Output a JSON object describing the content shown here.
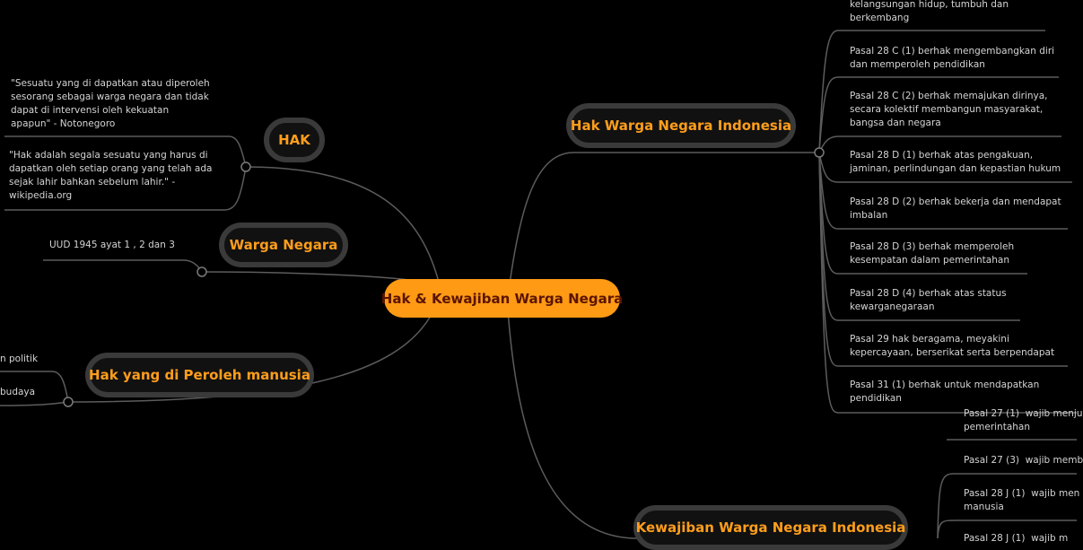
{
  "center": "Hak & Kewajiban Warga Negara",
  "branches": {
    "hak": "HAK",
    "warga_negara": "Warga Negara",
    "hak_diperoleh": "Hak yang di Peroleh manusia",
    "hak_wni": "Hak Warga Negara Indonesia",
    "kewajiban": "Kewajiban Warga Negara Indonesia"
  },
  "hak_leaves": [
    "\"Sesuatu yang di dapatkan atau diperoleh\nsesorang sebagai warga negara dan tidak\ndapat di intervensi oleh kekuatan\napapun\" - Notonegoro",
    "\"Hak adalah segala sesuatu yang harus di\ndapatkan oleh setiap orang yang telah ada\nsejak lahir bahkan sebelum lahir.\" -\nwikipedia.org"
  ],
  "warga_negara_leaves": [
    "UUD 1945 ayat 1 , 2 dan 3"
  ],
  "hak_diperoleh_leaves": [
    "n politik",
    "budaya"
  ],
  "hak_wni_leaves": [
    "kelangsungan hidup, tumbuh dan\nberkembang",
    "Pasal 28 C (1)  berhak mengembangkan diri\ndan memperoleh pendidikan",
    "Pasal 28 C (2)  berhak memajukan dirinya,\nsecara kolektif membangun masyarakat,\nbangsa dan negara",
    "Pasal 28 D (1)  berhak atas pengakuan,\njaminan, perlindungan dan kepastian hukum",
    "Pasal 28 D (2)  berhak bekerja dan mendapat\nimbalan",
    "Pasal 28 D (3)  berhak memperoleh\nkesempatan dalam pemerintahan",
    "Pasal 28 D (4)  berhak atas status\nkewarganegaraan",
    "Pasal 29  hak beragama, meyakini\nkepercayaan, berserikat serta berpendapat",
    "Pasal 31 (1)  berhak untuk mendapatkan\npendidikan"
  ],
  "kewajiban_leaves": [
    "Pasal 27 (1)  wajib menju\npemerintahan",
    "Pasal 27 (3)  wajib memb",
    "Pasal 28 J (1)  wajib men\nmanusia",
    "Pasal 28 J (1)  wajib m"
  ]
}
